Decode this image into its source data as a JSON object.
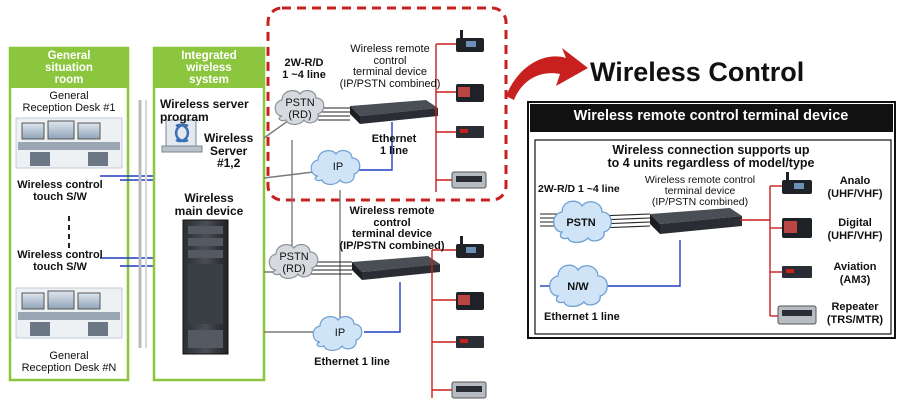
{
  "colors": {
    "green": "#8cc63f",
    "green_bg": "#eef5e4",
    "red": "#c8201e",
    "cloud_gray": "#d6d9de",
    "cloud_blue": "#cfe4f7",
    "link_blue": "#1f3fbf",
    "device": "#20232a"
  },
  "left": {
    "situation_room_title": "General\nsituation\nroom",
    "desk1_label": "General\nReception Desk #1",
    "deskN_label": "General\nReception Desk #N",
    "touch1_label": "Wireless control\ntouch S/W",
    "touch2_label": "Wireless control\ntouch S/W",
    "system_title": "Integrated\nwireless\nsystem",
    "server_program": "Wireless server\nprogram",
    "server_label": "Wireless\nServer\n#1,2",
    "main_device": "Wireless\nmain device"
  },
  "upper_group": {
    "line_label": "2W-R/D\n1 ~4 line",
    "pstn": "PSTN\n(RD)",
    "ip": "IP",
    "terminal": "Wireless remote\ncontrol\nterminal device\n(IP/PSTN combined)",
    "ethernet": "Ethernet\n1 line"
  },
  "lower_group": {
    "pstn": "PSTN\n(RD)",
    "ip": "IP",
    "terminal": "Wireless remote\ncontrol\nterminal device\n(IP/PSTN combined)",
    "ethernet": "Ethernet 1 line"
  },
  "right": {
    "title": "Wireless Control",
    "box_title": "Wireless remote control terminal device",
    "support": "Wireless connection supports up\nto 4 units regardless of model/type",
    "line_label": "2W-R/D 1 ~4 line",
    "terminal": "Wireless remote control\nterminal device\n(IP/PSTN combined)",
    "pstn": "PSTN",
    "nw": "N/W",
    "ethernet": "Ethernet 1 line",
    "units": [
      {
        "name": "Analo",
        "sub": "(UHF/VHF)",
        "icon": "mobile-radio-icon"
      },
      {
        "name": "Digital",
        "sub": "(UHF/VHF)",
        "icon": "digital-radio-icon"
      },
      {
        "name": "Aviation",
        "sub": "(AM3)",
        "icon": "aviation-radio-icon"
      },
      {
        "name": "Repeater",
        "sub": "(TRS/MTR)",
        "icon": "repeater-icon"
      }
    ]
  }
}
